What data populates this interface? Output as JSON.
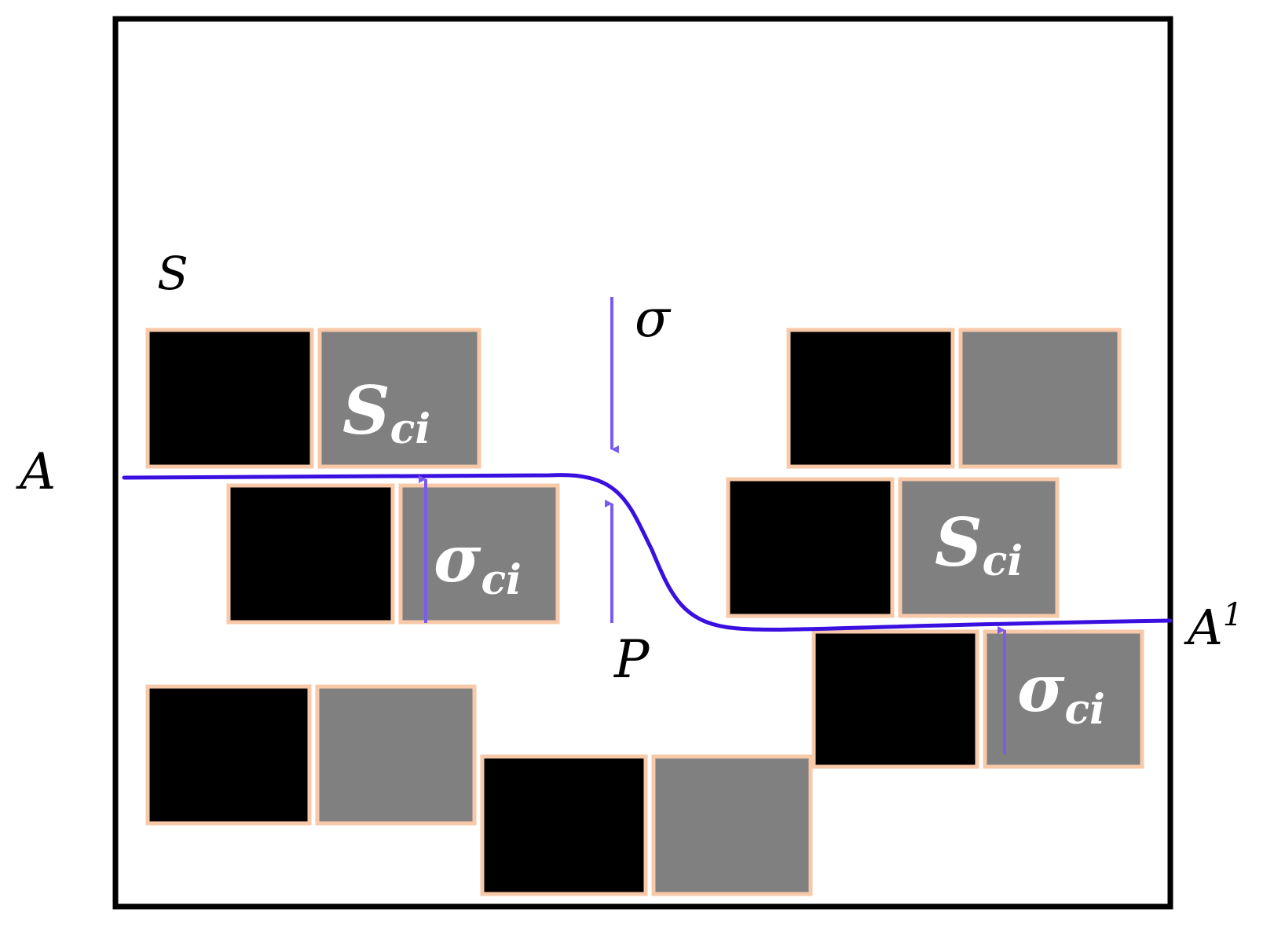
{
  "labels": {
    "S": "S",
    "A": "A",
    "A_prime_base": "A",
    "A_prime_sup": "1",
    "sigma": "σ",
    "P": "P",
    "S_ci_1_base": "S",
    "S_ci_1_sub": "ci",
    "S_ci_2_base": "S",
    "S_ci_2_sub": "ci",
    "sigma_ci_1_base": "σ",
    "sigma_ci_1_sub": "ci",
    "sigma_ci_2_base": "σ",
    "sigma_ci_2_sub": "ci"
  },
  "colors": {
    "frame": "#000000",
    "dark_block": "#000000",
    "grey_block": "#808080",
    "block_border": "#f8c9a8",
    "fracture_path": "#3a10e0",
    "stress_arrows": "#7a5cf0",
    "inner_label": "#ffffff"
  }
}
